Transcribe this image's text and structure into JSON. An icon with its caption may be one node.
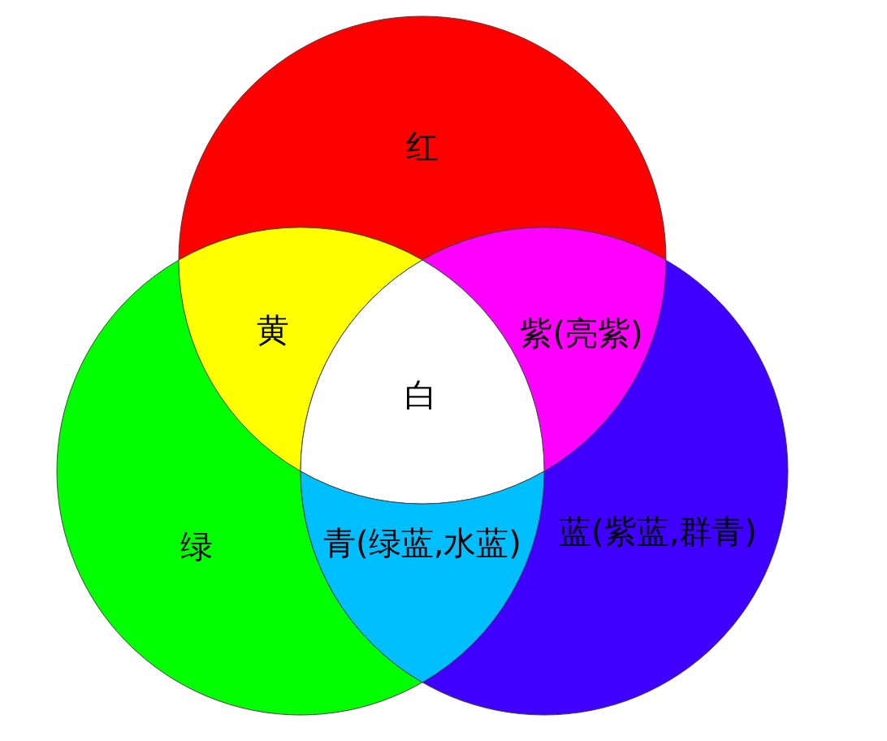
{
  "diagram": {
    "nodes": [
      {
        "text": [
          "红"
        ]
      },
      {
        "text": [
          "黄"
        ]
      },
      {
        "text": [
          "紫(亮紫)"
        ]
      },
      {
        "text": [
          "白"
        ]
      },
      {
        "text": [
          "绿"
        ]
      },
      {
        "text": [
          "青(绿蓝,水蓝)"
        ]
      },
      {
        "text": [
          "蓝(紫蓝,群青)"
        ]
      }
    ]
  }
}
